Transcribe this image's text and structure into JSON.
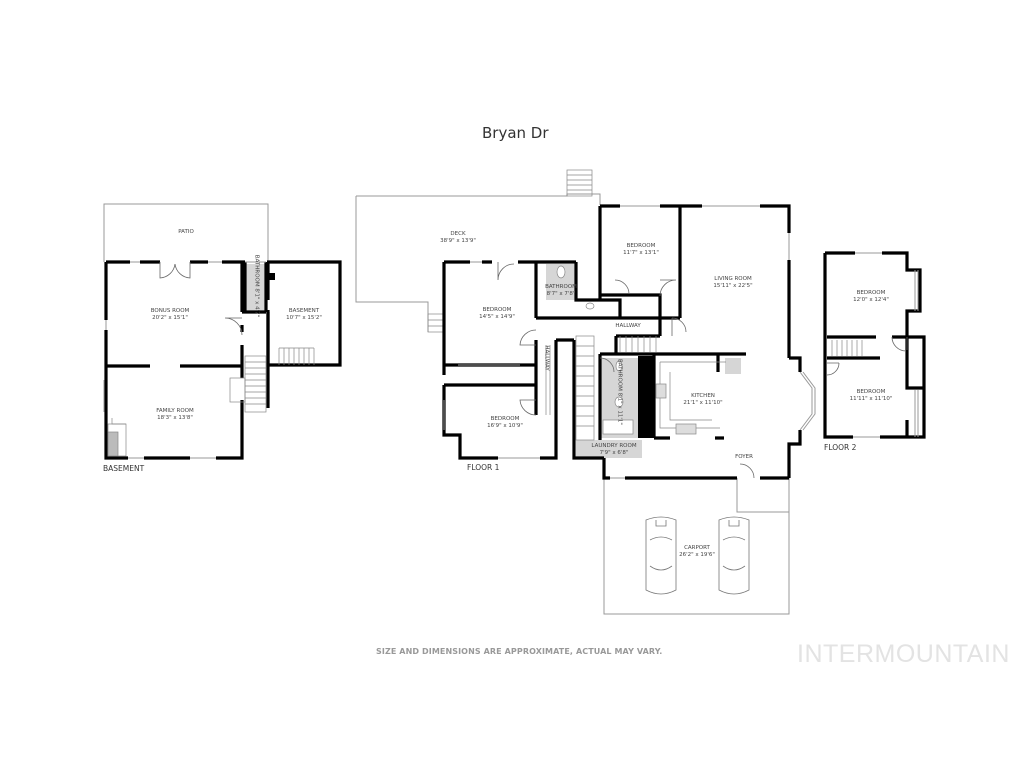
{
  "header": {
    "street_name": "Bryan Dr"
  },
  "floors": {
    "basement": {
      "label": "BASEMENT",
      "rooms": [
        {
          "name": "PATIO",
          "dims": ""
        },
        {
          "name": "BONUS ROOM",
          "dims": "20'2\" x 15'1\""
        },
        {
          "name": "BATHROOM",
          "dims": "8'1\" x 4'7\""
        },
        {
          "name": "BASEMENT",
          "dims": "10'7\" x 15'2\""
        },
        {
          "name": "FAMILY ROOM",
          "dims": "18'3\" x 13'8\""
        }
      ]
    },
    "floor1": {
      "label": "FLOOR 1",
      "rooms": [
        {
          "name": "DECK",
          "dims": "38'9\" x 13'9\""
        },
        {
          "name": "BEDROOM",
          "dims": "11'7\" x 13'1\""
        },
        {
          "name": "LIVING ROOM",
          "dims": "15'11\" x 22'5\""
        },
        {
          "name": "BEDROOM",
          "dims": "14'5\" x 14'9\""
        },
        {
          "name": "BATHROOM",
          "dims": "8'7\" x 7'8\""
        },
        {
          "name": "HALLWAY",
          "dims": ""
        },
        {
          "name": "HALLWAY",
          "dims": ""
        },
        {
          "name": "BATHROOM",
          "dims": "8'1\" x 11'1\""
        },
        {
          "name": "KITCHEN",
          "dims": "21'1\" x 11'10\""
        },
        {
          "name": "BEDROOM",
          "dims": "16'9\" x 10'9\""
        },
        {
          "name": "LAUNDRY ROOM",
          "dims": "7'9\" x 6'8\""
        },
        {
          "name": "FOYER",
          "dims": ""
        },
        {
          "name": "CARPORT",
          "dims": "26'2\" x 19'6\""
        }
      ]
    },
    "floor2": {
      "label": "FLOOR 2",
      "rooms": [
        {
          "name": "BEDROOM",
          "dims": "12'0\" x 12'4\""
        },
        {
          "name": "BEDROOM",
          "dims": "11'11\" x 11'10\""
        }
      ]
    }
  },
  "footer": {
    "disclaimer": "SIZE AND DIMENSIONS ARE APPROXIMATE, ACTUAL MAY VARY.",
    "watermark": "INTERMOUNTAIN"
  },
  "colors": {
    "wall": "#000000",
    "fill_gray": "#d6d6d6",
    "thin_line": "#999999",
    "watermark": "#e3e3e3"
  }
}
